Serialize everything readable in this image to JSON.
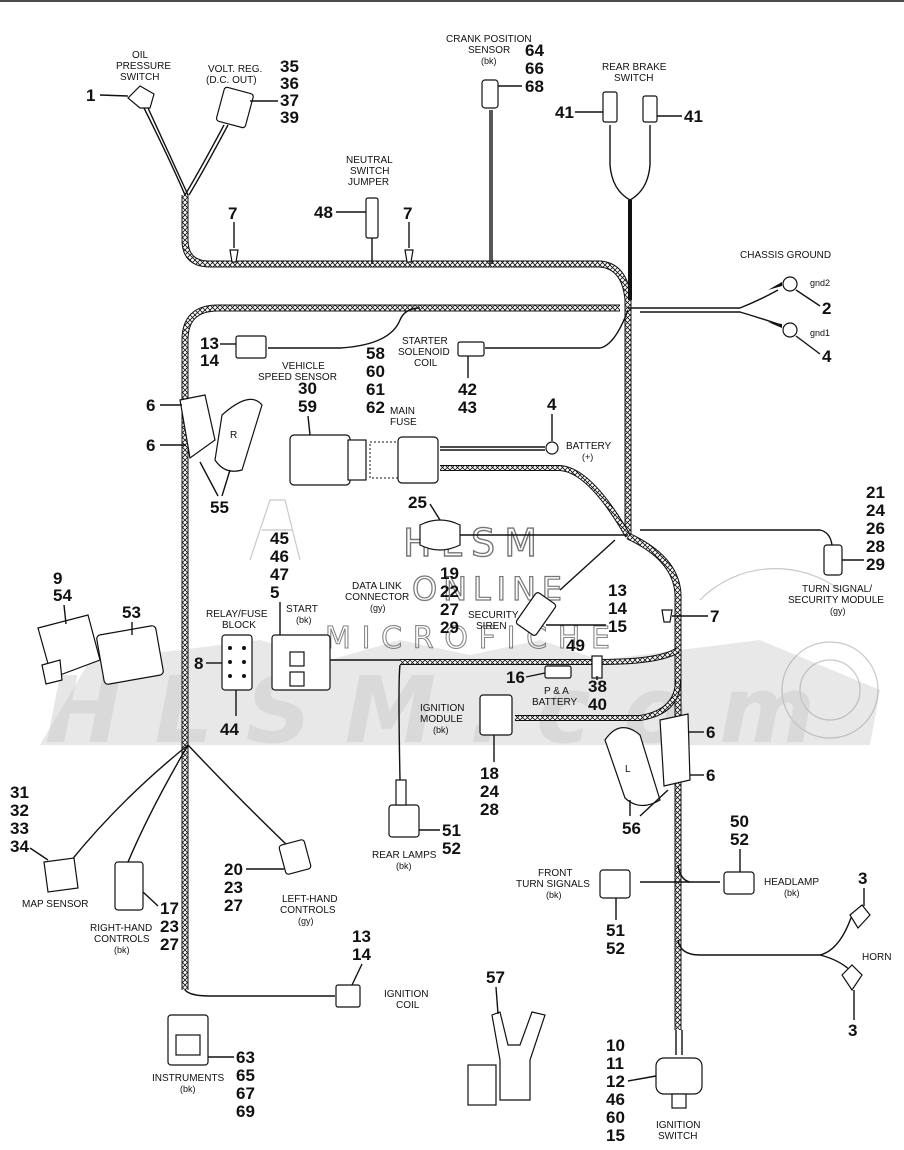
{
  "watermark": {
    "line1": "HLSM",
    "line2": "ONLINE",
    "line3": "MICROFICHE",
    "brand": "HLSM.com"
  },
  "labels": {
    "oil_pressure_switch": [
      "OIL",
      "PRESSURE",
      "SWITCH"
    ],
    "volt_reg": [
      "VOLT. REG.",
      "(D.C. OUT)"
    ],
    "crank_position_sensor": [
      "CRANK POSITION",
      "SENSOR",
      "(bk)"
    ],
    "rear_brake_switch": [
      "REAR BRAKE",
      "SWITCH"
    ],
    "neutral_switch_jumper": [
      "NEUTRAL",
      "SWITCH",
      "JUMPER"
    ],
    "chassis_ground": "CHASSIS GROUND",
    "gnd2": "gnd2",
    "gnd1": "gnd1",
    "starter_solenoid": [
      "STARTER",
      "SOLENOID",
      "COIL"
    ],
    "vehicle_speed_sensor": [
      "VEHICLE",
      "SPEED SENSOR"
    ],
    "main_fuse": [
      "MAIN",
      "FUSE"
    ],
    "battery": [
      "BATTERY",
      "(+)"
    ],
    "turn_signal_module": [
      "TURN SIGNAL/",
      "SECURITY MODULE",
      "(gy)"
    ],
    "data_link": [
      "DATA LINK",
      "CONNECTOR",
      "(gy)"
    ],
    "security_siren": [
      "SECURITY",
      "SIREN"
    ],
    "relay_fuse_block": [
      "RELAY/FUSE",
      "BLOCK"
    ],
    "start": [
      "START",
      "(bk)"
    ],
    "pa_battery": [
      "P & A",
      "BATTERY"
    ],
    "ignition_module": [
      "IGNITION",
      "MODULE",
      "(bk)"
    ],
    "map_sensor": "MAP SENSOR",
    "right_hand_controls": [
      "RIGHT-HAND",
      "CONTROLS",
      "(bk)"
    ],
    "left_hand_controls": [
      "LEFT-HAND",
      "CONTROLS",
      "(gy)"
    ],
    "rear_lamps": [
      "REAR LAMPS",
      "(bk)"
    ],
    "front_turn_signals": [
      "FRONT",
      "TURN SIGNALS",
      "(bk)"
    ],
    "headlamp": [
      "HEADLAMP",
      "(bk)"
    ],
    "horn": "HORN",
    "ignition_coil": [
      "IGNITION",
      "COIL"
    ],
    "instruments": [
      "INSTRUMENTS",
      "(bk)"
    ],
    "ignition_switch": [
      "IGNITION",
      "SWITCH"
    ],
    "switch_r": "R",
    "switch_l": "L"
  },
  "callouts": {
    "oil_pressure": "1",
    "volt_reg": [
      "35",
      "36",
      "37",
      "39"
    ],
    "clip_left": "7",
    "neutral_jumper": "48",
    "clip_mid": "7",
    "crank": [
      "64",
      "66",
      "68"
    ],
    "rear_brake_left": "41",
    "rear_brake_right": "41",
    "gnd2": "2",
    "gnd1": "4",
    "vss_connector": [
      "13",
      "14"
    ],
    "vss": [
      "58",
      "60",
      "61",
      "62"
    ],
    "main_fuse": [
      "30",
      "59"
    ],
    "starter_solenoid": [
      "42",
      "43"
    ],
    "battery": "4",
    "switch_r_upper": "6",
    "switch_r_lower": "6",
    "switch_r_housing": "55",
    "fuse_25": "25",
    "data_link": [
      "19",
      "22",
      "27",
      "29"
    ],
    "turn_signal_module": [
      "21",
      "24",
      "26",
      "28",
      "29"
    ],
    "start": [
      "45",
      "46",
      "47",
      "5"
    ],
    "security_siren": [
      "13",
      "14",
      "15"
    ],
    "clip_right": "7",
    "siren_49": "49",
    "pa_battery_16": "16",
    "pa_battery": [
      "38",
      "40"
    ],
    "map_sensor_top": "9",
    "map_sensor_top2": "54",
    "connector_53": "53",
    "relay_8": "8",
    "relay_44": "44",
    "ignition_module": [
      "18",
      "24",
      "28"
    ],
    "switch_l_upper": "6",
    "switch_l_lower": "6",
    "switch_l_housing": "56",
    "map_sensor": [
      "31",
      "32",
      "33",
      "34"
    ],
    "right_hand": [
      "17",
      "23",
      "27"
    ],
    "left_hand": [
      "20",
      "23",
      "27"
    ],
    "rear_lamps": [
      "51",
      "52"
    ],
    "headlamp": [
      "50",
      "52"
    ],
    "front_turn": [
      "51",
      "52"
    ],
    "horn_top": "3",
    "horn_bottom": "3",
    "ignition_coil": [
      "13",
      "14"
    ],
    "instruments": [
      "63",
      "65",
      "67",
      "69"
    ],
    "bracket": "57",
    "ignition_switch": [
      "10",
      "11",
      "12",
      "46",
      "60",
      "15"
    ]
  }
}
